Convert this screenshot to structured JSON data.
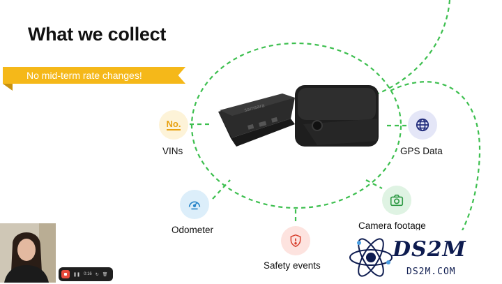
{
  "slide": {
    "title": "What we collect",
    "banner": "No mid-term rate changes!",
    "device_text": "samsara"
  },
  "nodes": [
    {
      "id": "vins",
      "label": "VINs",
      "badge": "No.",
      "icon": "number-icon",
      "bg": "#fdf3d8"
    },
    {
      "id": "gps",
      "label": "GPS Data",
      "icon": "globe-icon",
      "bg": "#e4e6f7"
    },
    {
      "id": "odometer",
      "label": "Odometer",
      "icon": "gauge-icon",
      "bg": "#dceefa"
    },
    {
      "id": "camera",
      "label": "Camera footage",
      "icon": "camera-icon",
      "bg": "#dff3e3"
    },
    {
      "id": "safety",
      "label": "Safety events",
      "icon": "shield-alert-icon",
      "bg": "#fde3df"
    }
  ],
  "player": {
    "time": "0:16"
  },
  "watermark": {
    "brand": "DS2M",
    "domain": "DS2M.COM"
  },
  "colors": {
    "dashed_line": "#3dbf4f",
    "banner": "#f5b819",
    "watermark": "#0d1b4f"
  }
}
